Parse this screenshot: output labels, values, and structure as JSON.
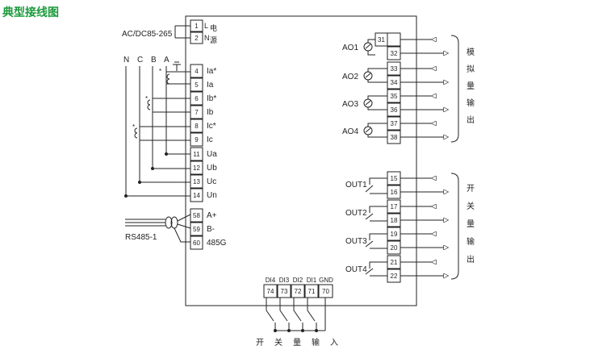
{
  "title": "典型接线图",
  "power": {
    "label": "AC/DC85-265",
    "terminals": [
      {
        "num": "1",
        "sig": "L"
      },
      {
        "num": "2",
        "sig": "N"
      }
    ],
    "side_chars": [
      "电",
      "源"
    ]
  },
  "lines": [
    "N",
    "C",
    "B",
    "A"
  ],
  "left_terminals": [
    {
      "num": "4",
      "sig": "Ia*"
    },
    {
      "num": "5",
      "sig": "Ia"
    },
    {
      "num": "6",
      "sig": "Ib*"
    },
    {
      "num": "7",
      "sig": "Ib"
    },
    {
      "num": "8",
      "sig": "Ic*"
    },
    {
      "num": "9",
      "sig": "Ic"
    },
    {
      "num": "11",
      "sig": "Ua"
    },
    {
      "num": "12",
      "sig": "Ub"
    },
    {
      "num": "13",
      "sig": "Uc"
    },
    {
      "num": "14",
      "sig": "Un"
    }
  ],
  "ct_mark": "*",
  "rs485": {
    "label": "RS485-1",
    "terminals": [
      {
        "num": "58",
        "sig": "A+"
      },
      {
        "num": "59",
        "sig": "B-"
      },
      {
        "num": "60",
        "sig": "485G"
      }
    ]
  },
  "analog": {
    "outputs": [
      {
        "label": "AO1",
        "terms": [
          "31",
          "32"
        ]
      },
      {
        "label": "AO2",
        "terms": [
          "33",
          "34"
        ]
      },
      {
        "label": "AO3",
        "terms": [
          "35",
          "36"
        ]
      },
      {
        "label": "AO4",
        "terms": [
          "37",
          "38"
        ]
      }
    ],
    "side_chars": [
      "模",
      "拟",
      "量",
      "输",
      "出"
    ]
  },
  "relay": {
    "outputs": [
      {
        "label": "OUT1",
        "terms": [
          "15",
          "16"
        ]
      },
      {
        "label": "OUT2",
        "terms": [
          "17",
          "18"
        ]
      },
      {
        "label": "OUT3",
        "terms": [
          "19",
          "20"
        ]
      },
      {
        "label": "OUT4",
        "terms": [
          "21",
          "22"
        ]
      }
    ],
    "side_chars": [
      "开",
      "关",
      "量",
      "输",
      "出"
    ]
  },
  "digital_inputs": {
    "terminals": [
      {
        "label": "DI4",
        "num": "74"
      },
      {
        "label": "DI3",
        "num": "73"
      },
      {
        "label": "DI2",
        "num": "72"
      },
      {
        "label": "DI1",
        "num": "71"
      },
      {
        "label": "GND",
        "num": "70"
      }
    ],
    "bottom_chars": [
      "开",
      "关",
      "量",
      "输",
      "入"
    ]
  },
  "colors": {
    "title": "#1a9a3a",
    "line": "#222222"
  }
}
